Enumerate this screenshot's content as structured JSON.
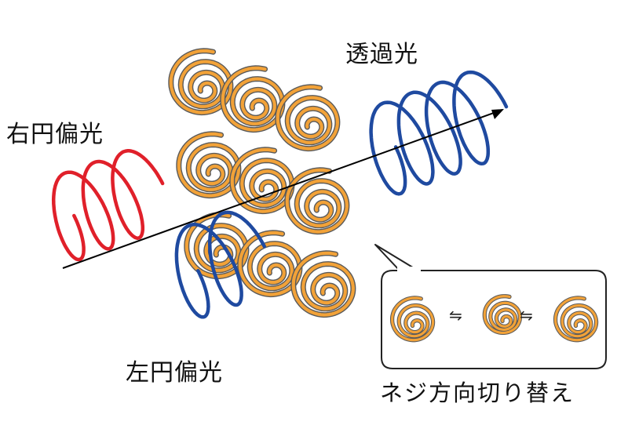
{
  "labels": {
    "right_circular": "右円偏光",
    "left_circular": "左円偏光",
    "transmitted": "透過光",
    "handedness_switch": "ネジ方向切り替え"
  },
  "switch_symbol": "⇋",
  "colors": {
    "right_helix": "#e0202a",
    "left_helix": "#1f4aa0",
    "transmitted_helix": "#1f4aa0",
    "coil_fill": "#f2a238",
    "coil_edge": "#5a5a5a",
    "arrow": "#000000",
    "callout_border": "#222222"
  }
}
